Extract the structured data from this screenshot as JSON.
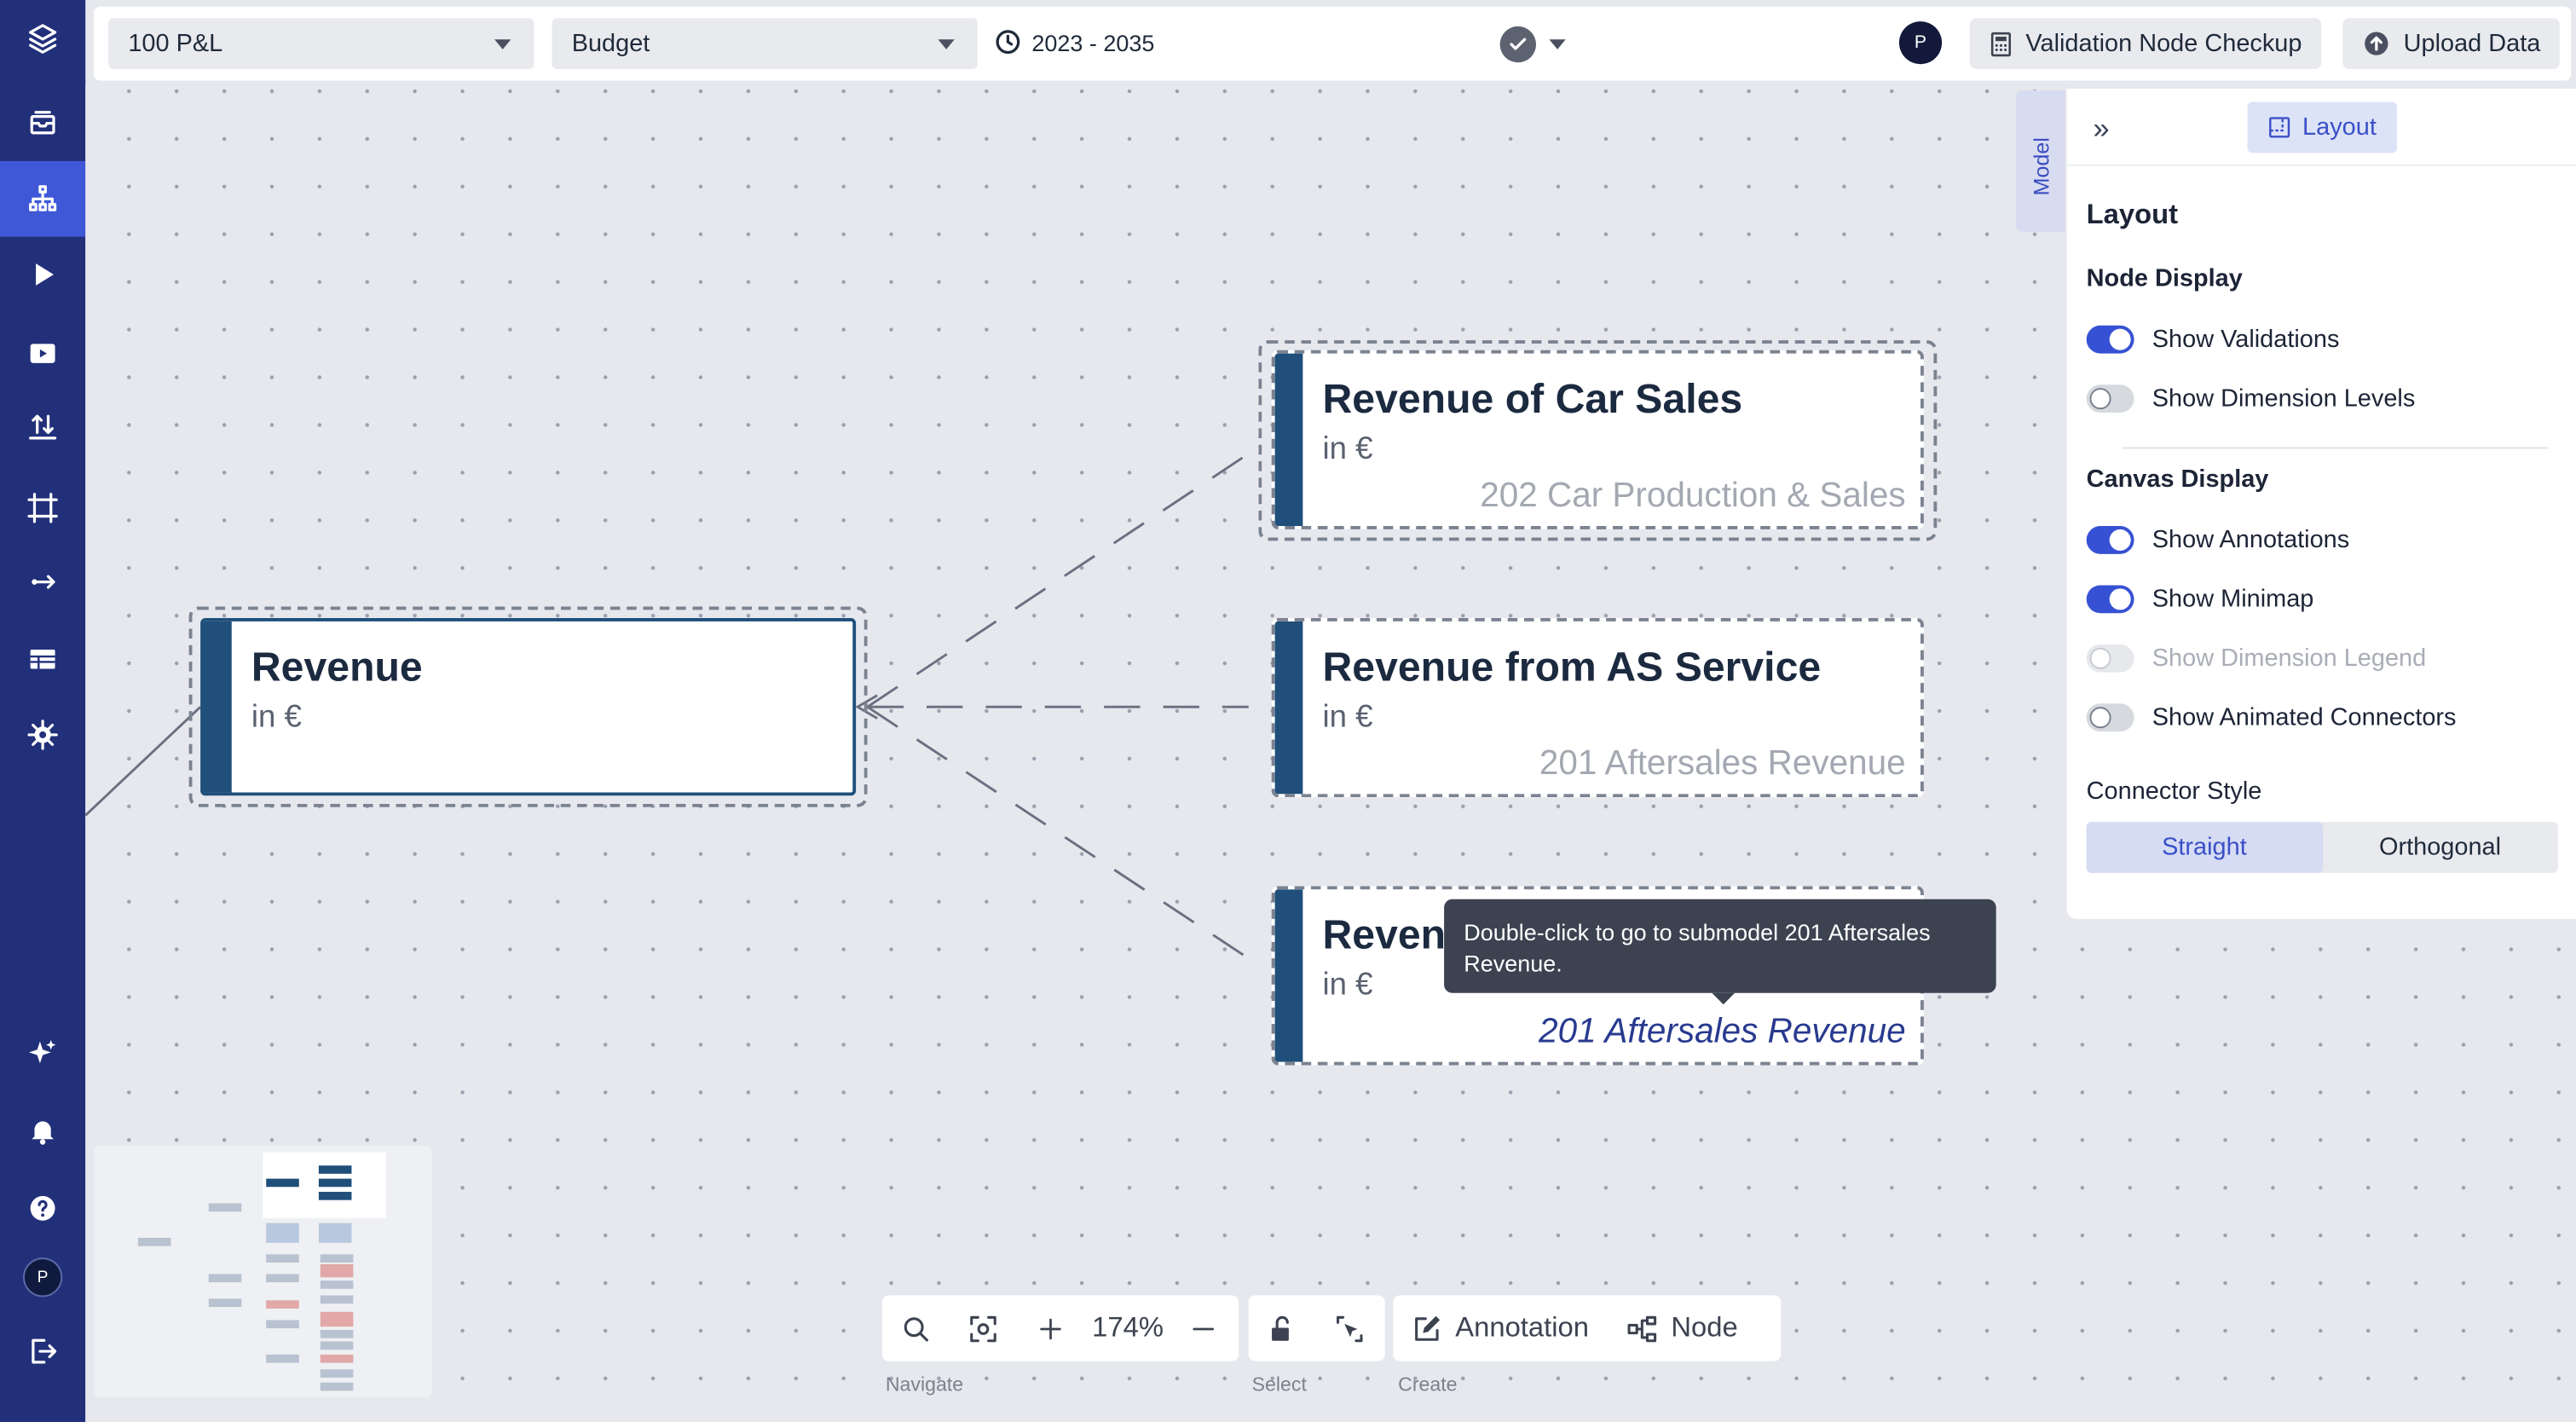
{
  "sidebar": {
    "items": [
      {
        "name": "layers-icon",
        "active": false
      },
      {
        "name": "inbox-icon",
        "active": false
      },
      {
        "name": "hierarchy-icon",
        "active": true
      },
      {
        "name": "play-icon",
        "active": false
      },
      {
        "name": "video-icon",
        "active": false
      },
      {
        "name": "upload-sort-icon",
        "active": false
      },
      {
        "name": "frame-icon",
        "active": false
      },
      {
        "name": "link-arrow-icon",
        "active": false
      },
      {
        "name": "table-icon",
        "active": false
      },
      {
        "name": "gear-icon",
        "active": false
      },
      {
        "name": "sparkle-icon",
        "active": false
      },
      {
        "name": "bell-icon",
        "active": false
      },
      {
        "name": "help-icon",
        "active": false
      },
      {
        "name": "logout-icon",
        "active": false
      }
    ],
    "avatar_initial": "P"
  },
  "topbar": {
    "model_select": "100 P&L",
    "scenario_select": "Budget",
    "period": "2023 - 2035",
    "avatar_initial": "P",
    "validation_button": "Validation Node Checkup",
    "upload_button": "Upload Data"
  },
  "nodes": {
    "main": {
      "title": "Revenue",
      "unit": "in €"
    },
    "car_sales": {
      "title": "Revenue of Car Sales",
      "unit": "in €",
      "submodel": "202 Car Production & Sales"
    },
    "as_service": {
      "title": "Revenue from AS Service",
      "unit": "in €",
      "submodel": "201 Aftersales Revenue"
    },
    "third": {
      "title": "Reven",
      "unit": "in €",
      "submodel": "201 Aftersales Revenue"
    }
  },
  "tooltip": {
    "text": "Double-click to go to submodel 201 Aftersales Revenue."
  },
  "panel": {
    "model_tab": "Model",
    "tab_label": "Layout",
    "title": "Layout",
    "node_display": {
      "heading": "Node Display",
      "show_validations": "Show Validations",
      "show_dimension_levels": "Show Dimension Levels"
    },
    "canvas_display": {
      "heading": "Canvas Display",
      "show_annotations": "Show Annotations",
      "show_minimap": "Show Minimap",
      "show_dimension_legend": "Show Dimension Legend",
      "show_animated_connectors": "Show Animated Connectors"
    },
    "connector_style": {
      "label": "Connector Style",
      "straight": "Straight",
      "orthogonal": "Orthogonal",
      "selected": "Straight"
    },
    "toggle_states": {
      "show_validations": true,
      "show_dimension_levels": false,
      "show_annotations": true,
      "show_minimap": true,
      "show_dimension_legend": false,
      "show_animated_connectors": false
    }
  },
  "toolbar": {
    "zoom": "174%",
    "annotation": "Annotation",
    "node": "Node",
    "captions": {
      "navigate": "Navigate",
      "select": "Select",
      "create": "Create"
    }
  },
  "colors": {
    "sidebar": "#22307a",
    "sidebar_active": "#3f58d8",
    "accent": "#3651d4",
    "node_bar": "#1f4f7a",
    "canvas": "#e6e8ee"
  }
}
